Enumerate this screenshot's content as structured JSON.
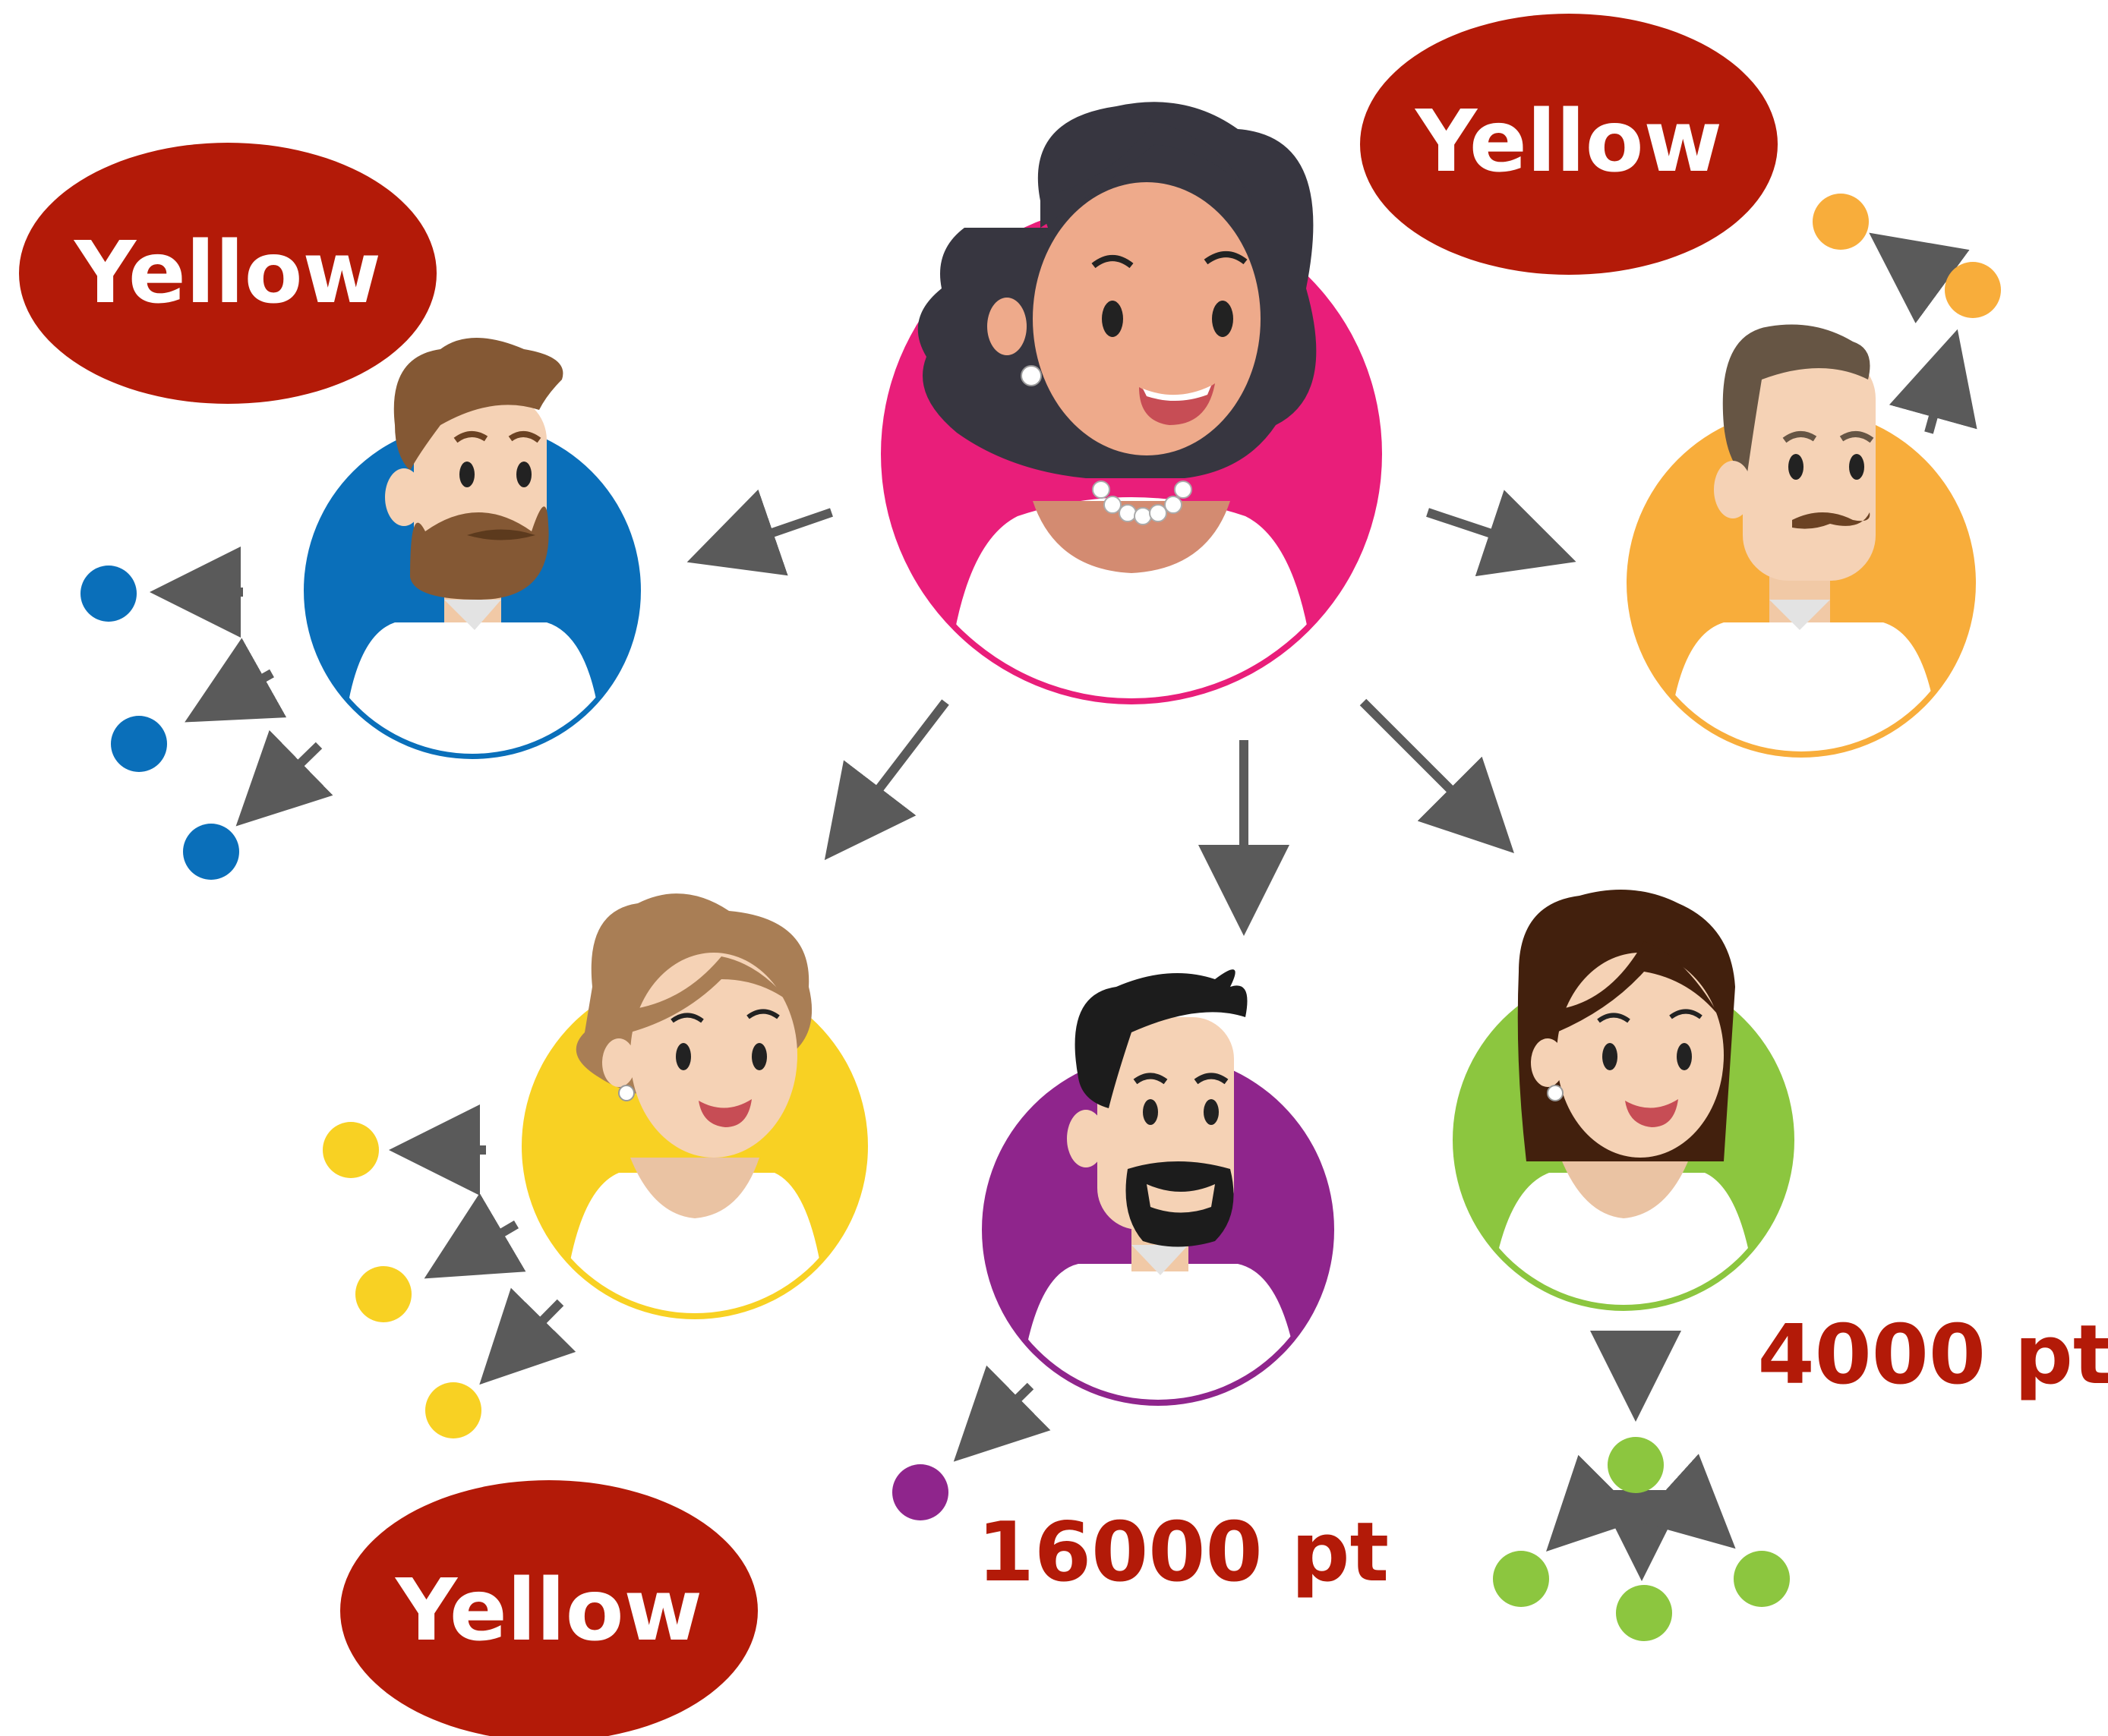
{
  "labels": {
    "top_right_bubble": "Yellow",
    "top_left_bubble": "Yellow",
    "bottom_left_bubble": "Yellow",
    "points_purple": "16000 pt",
    "points_green": "4000 pt"
  },
  "colors": {
    "bubble": "#b31a08",
    "arrow": "#5a5a5a",
    "pink": "#e91e7a",
    "blue": "#0a6fba",
    "orange": "#f8ad3b",
    "yellow": "#f8d123",
    "purple": "#8f258c",
    "green": "#8cc63f"
  },
  "people": [
    {
      "id": "center-woman",
      "color": "pink",
      "hair": "dark"
    },
    {
      "id": "bearded-man",
      "color": "blue",
      "hair": "brown"
    },
    {
      "id": "mustache-man",
      "color": "orange",
      "hair": "brown"
    },
    {
      "id": "blonde-woman",
      "color": "yellow",
      "hair": "light-brown"
    },
    {
      "id": "goatee-man",
      "color": "purple",
      "hair": "black"
    },
    {
      "id": "brunette-woman",
      "color": "green",
      "hair": "dark-brown"
    }
  ]
}
